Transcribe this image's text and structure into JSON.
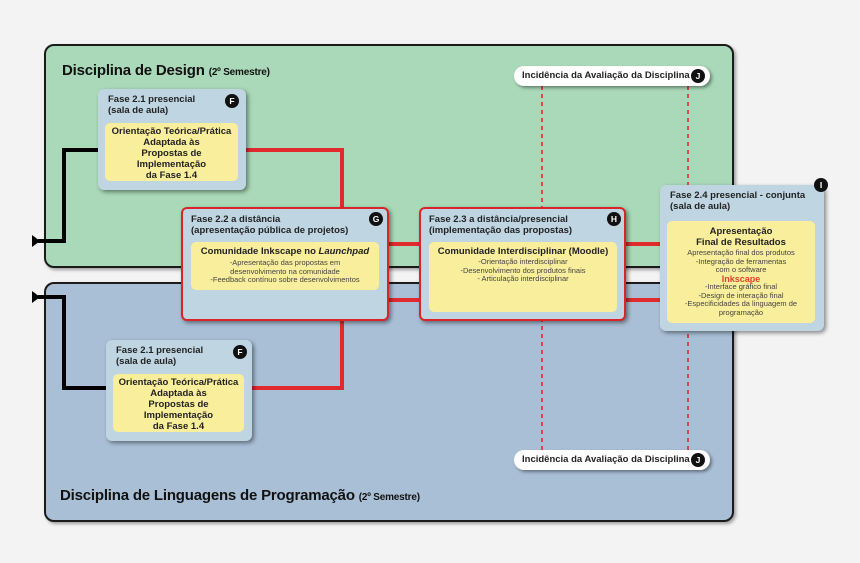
{
  "panels": {
    "design": {
      "title": "Disciplina de Design",
      "semester": "(2º Semestre)"
    },
    "programming": {
      "title": "Disciplina de Linguagens de Programação",
      "semester": "(2º Semestre)"
    }
  },
  "evaluation": {
    "label": "Incidência da Avaliação da Disciplina",
    "badge": "J"
  },
  "boxes": {
    "f_top": {
      "badge": "F",
      "title_lines": [
        "Fase 2.1 presencial",
        "(sala de aula)"
      ],
      "content_lines": [
        "Orientação Teórica/Prática",
        "Adaptada às",
        "Propostas de",
        "Implementação",
        "da Fase 1.4"
      ]
    },
    "f_bottom": {
      "badge": "F",
      "title_lines": [
        "Fase 2.1 presencial",
        "(sala de aula)"
      ],
      "content_lines": [
        "Orientação Teórica/Prática",
        "Adaptada às",
        "Propostas de",
        "Implementação",
        "da Fase 1.4"
      ]
    },
    "g": {
      "badge": "G",
      "title_lines": [
        "Fase 2.2 a distância",
        "(apresentação pública de projetos)"
      ],
      "heading_prefix": "Comunidade Inkscape no ",
      "heading_italic": "Launchpad",
      "items": [
        "-Apresentação das propostas em",
        "desenvolvimento na comunidade",
        "-Feedback contínuo sobre desenvolvimentos"
      ]
    },
    "h": {
      "badge": "H",
      "title_lines": [
        "Fase 2.3 a distância/presencial",
        "(implementação das propostas)"
      ],
      "heading": "Comunidade Interdisciplinar (Moodle)",
      "items": [
        "-Orientação interdisciplinar",
        "-Desenvolvimento dos produtos finais",
        "- Articulação interdisciplinar"
      ]
    },
    "i": {
      "badge": "I",
      "title_lines": [
        "Fase 2.4 presencial - conjunta",
        "(sala de aula)"
      ],
      "heading_lines": [
        "Apresentação",
        "Final de Resultados"
      ],
      "items_before": [
        "Apresentação final dos produtos",
        "-Integração de ferramentas"
      ],
      "item_with_highlight_prefix": "com o software ",
      "highlight": "Inkscape",
      "items_after": [
        "-Interface gráfico final",
        "-Design de interação final",
        "-Especificidades da linguagem de",
        "programação"
      ]
    }
  },
  "colors": {
    "design_panel": "#a9d9b8",
    "programming_panel": "#a9bfd6",
    "connector_red": "#e02a2e",
    "connector_black": "#000000",
    "box_bg": "#bfd5e2",
    "content_yellow": "#f9ee9b",
    "highlight": "#e0402a"
  }
}
